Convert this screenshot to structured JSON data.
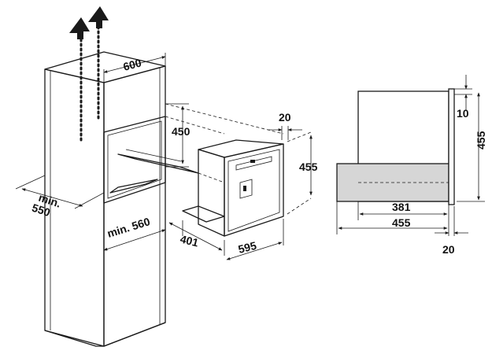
{
  "dimensions": {
    "cabinet_width": "600",
    "cabinet_depth": "min.\n550",
    "niche_depth": "min. 560",
    "opening_height": "450",
    "front_depth": "20",
    "appliance_height": "455",
    "appliance_depth": "401",
    "appliance_width": "595",
    "side_top_gap": "10",
    "side_height": "455",
    "side_inner_depth": "381",
    "side_total_depth": "455",
    "side_front": "20"
  },
  "colors": {
    "line": "#1a1a1a",
    "appliance_fill": "#d6d6d6"
  }
}
